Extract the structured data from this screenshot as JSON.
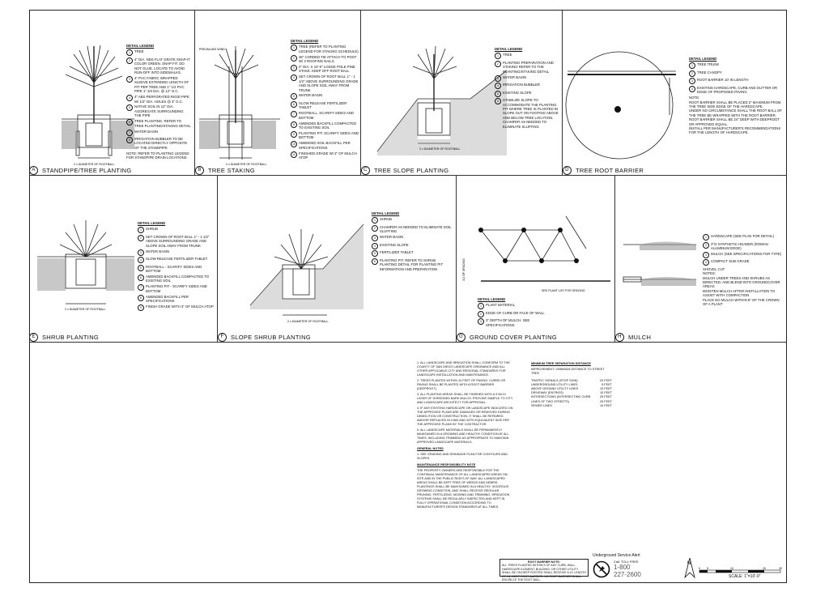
{
  "panels": [
    {
      "letter": "A",
      "title": "STANDPIPE/TREE PLANTING",
      "legend_title": "DETAIL LEGEND",
      "items": [
        "TREE",
        "4\" DIA. NDS FLAT GRATE SNAP-IT COLOR GREEN. SNAP FIT. DO NOT GLUE. LOCATE TO AVOID RUN-OFF INTO SIDEWALKS.",
        "4\" PVC FABRIC WRAPPED SLEEVE EXTENDED LENGTH OF PIT PER TREE AND 1\" 1/2 PVC PIPE 1\" 3/4 DIA. @ 12\" O.C.",
        "4\" ABS PERFORATED RIGID PIPE W/ 1/2\" DIA. HOLES @ 3\" O.C.",
        "NATIVE SOIL IN 12\" DIA. AGGREGATE SURROUNDING THE PIPE",
        "TREE PLANTING. REFER TO TREE PLANTING/STAKING DETAIL",
        "WATER BASIN",
        "IRRIGATION BUBBLER TO BE LOCATED DIRECTLY OPPOSITE OF THE STANDPIPE"
      ],
      "note": "NOTE: REFER TO PLANTING LEGEND FOR STANDPIPE DRAIN LOCATIONS",
      "dim": "2 x DIAMETER OF ROOTBALL"
    },
    {
      "letter": "B",
      "title": "TREE STAKING",
      "legend_title": "DETAIL LEGEND",
      "items": [
        "TREE (REFER TO PLANTING LEGEND FOR STAKING SCHEDULE)",
        "36\" CORDED TIE ATTACH TO POST W/ 2 ROOFING NAILS",
        "2\" DIA. x 10'-0\" LODGE POLE PINE STAKE. KEEP OFF ROOT BALL",
        "SET CROWN OF ROOT BALL 1\" - 1 1/2\" ABOVE SURROUNDING GRADE AND SLOPE SOIL AWAY FROM TRUNK",
        "WATER BASIN",
        "SLOW RELEASE FERTILIZER TABLET",
        "ROOTBALL. SCARIFY SIDES AND BOTTOM",
        "AMENDED BACKFILL COMPACTED TO EXISTING SOIL",
        "PLANTING PIT. SCARIFY SIDES AND BOTTOM",
        "AMENDED SOIL BACKFILL PER SPECIFICATIONS",
        "FINISHED GRADE W/ 2\" OF MULCH ATOP"
      ],
      "dim": "2 x DIAMETER OF ROOTBALL",
      "label": "PREVAILING WIND"
    },
    {
      "letter": "C",
      "title": "TREE SLOPE PLANTING",
      "legend_title": "DETAIL LEGEND",
      "items": [
        "TREE",
        "PLANTING PREPARATION AND STAKING REFER TO THE PLANTING/STAKING DETAIL",
        "WATER BASIN",
        "IRRIGATION BUBBLER",
        "EXISTING SLOPE",
        "STABILIZE SLOPE TO ACCOMMODATE THE PLANTING PIT WHERE TREE IS PLANTED IN SLOPE OUT ON FOOTING ABOVE AND BELOW TREE LOCATION. CHAMFER AS NEEDED TO ELIMINATE SLUFFING"
      ],
      "dim": "2 x DIAMETER OF ROOTBALL"
    },
    {
      "letter": "D",
      "title": "TREE ROOT BARRIER",
      "legend_title": "DETAIL LEGEND",
      "items": [
        "TREE TRUNK",
        "TREE CANOPY",
        "ROOT BARRIER 10' IN LENGTH",
        "EXISTING HARDSCAPE, CURB AND GUTTER OR EDGE OF PROPOSED PAVING"
      ],
      "notes": [
        "ROOT BARRIER SHALL BE PLACED 2\" MAXIMUM FROM THE TREE SIDE EDGE OF THE HARDSCAPE.",
        "UNDER NO CIRCUMSTANCE SHALL THE ROOT BALL OF THE TREE BE WRAPPED WITH THE ROOT BARRIER.",
        "ROOT BARRIER SHALL BE 24\" DEEP WITH DEEPROOT OR APPROVED EQUAL.",
        "INSTALL PER MANUFACTURER'S RECOMMENDATIONS FOR THE LENGTH OF HARDSCAPE."
      ]
    },
    {
      "letter": "E",
      "title": "SHRUB PLANTING",
      "legend_title": "DETAIL LEGEND",
      "items": [
        "SHRUB",
        "SET CROWN OF ROOT BALL 1\" - 1 1/2\" ABOVE SURROUNDING GRADE AND SLOPE SOIL AWAY FROM TRUNK",
        "WATER BASIN",
        "SLOW RELEASE FERTILIZER TABLET",
        "ROOTBALL - SCARIFY SIDES AND BOTTOM",
        "AMENDED BACKFILL COMPACTED TO EXISTING SOIL",
        "PLANTING PIT - SCARIFY SIDES AND BOTTOM",
        "AMENDED BACKFILL PER SPECIFICATIONS",
        "FINISH GRADE WITH 3\" OF MULCH ATOP"
      ],
      "dim": "2 x DIAMETER OF ROOTBALL"
    },
    {
      "letter": "F",
      "title": "SLOPE SHRUB PLANTING",
      "legend_title": "DETAIL LEGEND",
      "items": [
        "SHRUB",
        "CHAMFER AS NEEDED TO ELIMINATE SOIL SLUFFING",
        "WATER BASIN",
        "EXISTING SLOPE",
        "FERTILIZER TABLET",
        "PLANTING PIT. REFER TO SHRUB PLANTING DETAIL FOR PLANTING PIT INFORMATION AND PREPARATION"
      ],
      "dim": "2 x DIAMETER OF ROOTBALL"
    },
    {
      "letter": "G",
      "title": "GROUND COVER PLANTING",
      "legend_title": "DETAIL LEGEND",
      "items": [
        "PLANT MATERIAL",
        "EDGE OF CURB OR FACE OF WALL",
        "3\" DEPTH OF MULCH. SEE SPECIFICATIONS"
      ],
      "dim": "SEE PLANT LIST FOR SPACING",
      "label": "1/2 OF SPACING"
    },
    {
      "letter": "H",
      "title": "MULCH",
      "legend_title": "",
      "items": [
        "HARDSCAPE (SEE PLAN FOR DETAIL)",
        "3\"/4 SYNTHETIC HEADER (ROMAN ALUMINUM EDGE)",
        "MULCH (SEE SPECIFICATIONS FOR TYPE)",
        "COMPACT SUB GRADE"
      ],
      "extra": "SHOVEL CUT",
      "notes": [
        "MULCH UNDER TREES AND SHRUBS AS DIRECTED, AND BLEND INTO GROUNDCOVER AREAS",
        "MOISTEN MULCH AFTER INSTALLATION TO ASSIST WITH COMPACTION",
        "PLACE NO MULCH WITHIN 6\" OF THE CROWN OF A PLANT"
      ]
    }
  ],
  "general_notes": [
    "1. ALL LANDSCAPE AND IRRIGATION SHALL CONFORM TO THE COUNTY OF SAN DIEGO LANDSCAPE ORDINANCE AND ALL OTHER APPLICABLE CITY AND REGIONAL STANDARDS FOR LANDSCAPE INSTALLATION AND MAINTENANCE.",
    "2. TREES PLANTED WITHIN 10 FEET OF PAVING, CURBS OR PAVING SHALL BE PLANTED WITH A ROOT BARRIER (DEEPROOT).",
    "3. ALL PLANTING AREAS SHALL BE FINISHED WITH A 3 INCH LAYER OF SHREDDED BARK MULCH. PROVIDE SAMPLE TO CITY AND LANDSCAPE ARCHITECT FOR APPROVAL.",
    "4. IF ANY EXISTING HARDSCAPE OR LANDSCAPE INDICATED ON THE APPROVED PLANS ARE DAMAGED OR REMOVED DURING DEMOLITION OR CONSTRUCTION, IT SHALL BE REPAIRED AND/OR REPLACED IN KIND AND WITH EQUIVALENT SIZE PER THE APPROVED PLANS BY THE CONTRACTOR.",
    "5. ALL LANDSCAPE MATERIALS SHALL BE PERMANENTLY MAINTAINED IN A GROWING AND HEALTHY CONDITION AT ALL TIMES, INCLUDING TRIMMING AS APPROPRIATE TO MAINTAIN APPROVED LANDSCAPE MATERIALS."
  ],
  "general_label": "GENERAL NOTES",
  "general_extra": "1. SEE GRADING AND DRAINAGE PLAN FOR CONTOURS AND SLOPES.",
  "maint_label": "MAINTENANCE RESPONSIBILITY NOTE",
  "maint_text": "THE PROPERTY OWNERS ARE RESPONSIBLE FOR THE CONTINUAL MAINTENANCE OF ALL LANDSCAPED AREAS ON-SITE AND IN THE PUBLIC RIGHT-OF-WAY. ALL LANDSCAPED AREAS SHALL BE KEPT FREE OF WEEDS AND DEBRIS. PLANTINGS SHALL BE MAINTAINED IN A HEALTHY, VIGOROUS GROWING CONDITION, AND SHALL RECEIVE REGULAR PRUNING, FERTILIZING, MOWING AND TRIMMING. IRRIGATION SYSTEMS SHALL BE REGULARLY INSPECTED AND KEPT IN FULLY OPERATIONAL CONDITION ACCORDING TO MANUFACTURER'S DESIGN STANDARDS AT ALL TIMES.",
  "separation": {
    "title": "MINIMUM TREE SEPARATION DISTANCE",
    "header": "IMPROVEMENT / MINIMUM DISTANCE TO STREET TREE",
    "rows": [
      [
        "TRAFFIC SIGNALS (STOP SIGN)",
        "20 FEET"
      ],
      [
        "UNDERGROUND UTILITY LINES",
        "5 FEET"
      ],
      [
        "ABOVE GROUND UTILITY LINES",
        "10 FEET"
      ],
      [
        "DRIVEWAY (ENTRIES)",
        "10 FEET"
      ],
      [
        "INTERSECTIONS (INTERSECTING CURB",
        "25 FEET"
      ],
      [
        "LINES OF TWO STREETS)",
        "25 FEET"
      ],
      [
        "SEWER LINES",
        "10 FEET"
      ]
    ]
  },
  "root_barrier_note": {
    "title": "ROOT BARRIER NOTE:",
    "text": "ALL TREES PLANTED WITHIN 5 OF ANY CURB, WALL, HARDSCAPE ELEMENT, BUILDING, OR OTHER UTILITY SHALL BE ON DEEP ROOTED SHALL RECEIVE A 10' LENGTH OF 24\" DEEP ROOT BARRIER. NO ROOT BARRIER SHALL ENCIRCLE THE ROOT BALL."
  },
  "usa": {
    "title": "Underground Service Alert",
    "sub": "Call: TOLL FREE",
    "num1": "1-800",
    "num2": "227-2600"
  },
  "scale": {
    "label": "SCALE:",
    "value": "1\"=10'-0\"",
    "ticks": [
      "0",
      "5",
      "10",
      "20",
      "30"
    ],
    "north": "N"
  },
  "colors": {
    "line": "#222222",
    "hatch": "#9a9a9a"
  }
}
